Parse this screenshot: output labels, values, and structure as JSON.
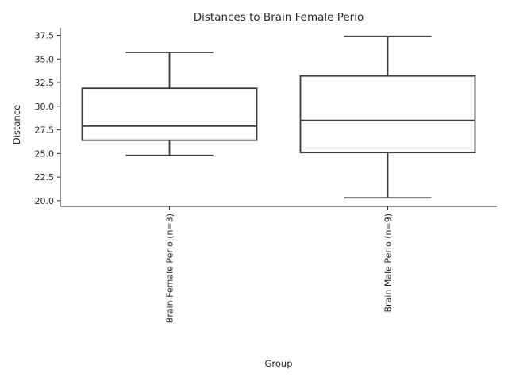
{
  "chart_data": {
    "type": "box",
    "title": "Distances to Brain Female Perio",
    "xlabel": "Group",
    "ylabel": "Distance",
    "ylim": [
      19.4,
      38.3
    ],
    "yticks": [
      20.0,
      22.5,
      25.0,
      27.5,
      30.0,
      32.5,
      35.0,
      37.5
    ],
    "ytick_labels": [
      "20.0",
      "22.5",
      "25.0",
      "27.5",
      "30.0",
      "32.5",
      "35.0",
      "37.5"
    ],
    "grid": false,
    "categories": [
      "Brain Female Perio (n=3)",
      "Brain Male Perio (n=9)"
    ],
    "boxes": [
      {
        "whisker_low": 24.8,
        "q1": 26.4,
        "median": 27.9,
        "q3": 31.9,
        "whisker_high": 35.7
      },
      {
        "whisker_low": 20.3,
        "q1": 25.1,
        "median": 28.5,
        "q3": 33.2,
        "whisker_high": 37.4
      }
    ]
  }
}
